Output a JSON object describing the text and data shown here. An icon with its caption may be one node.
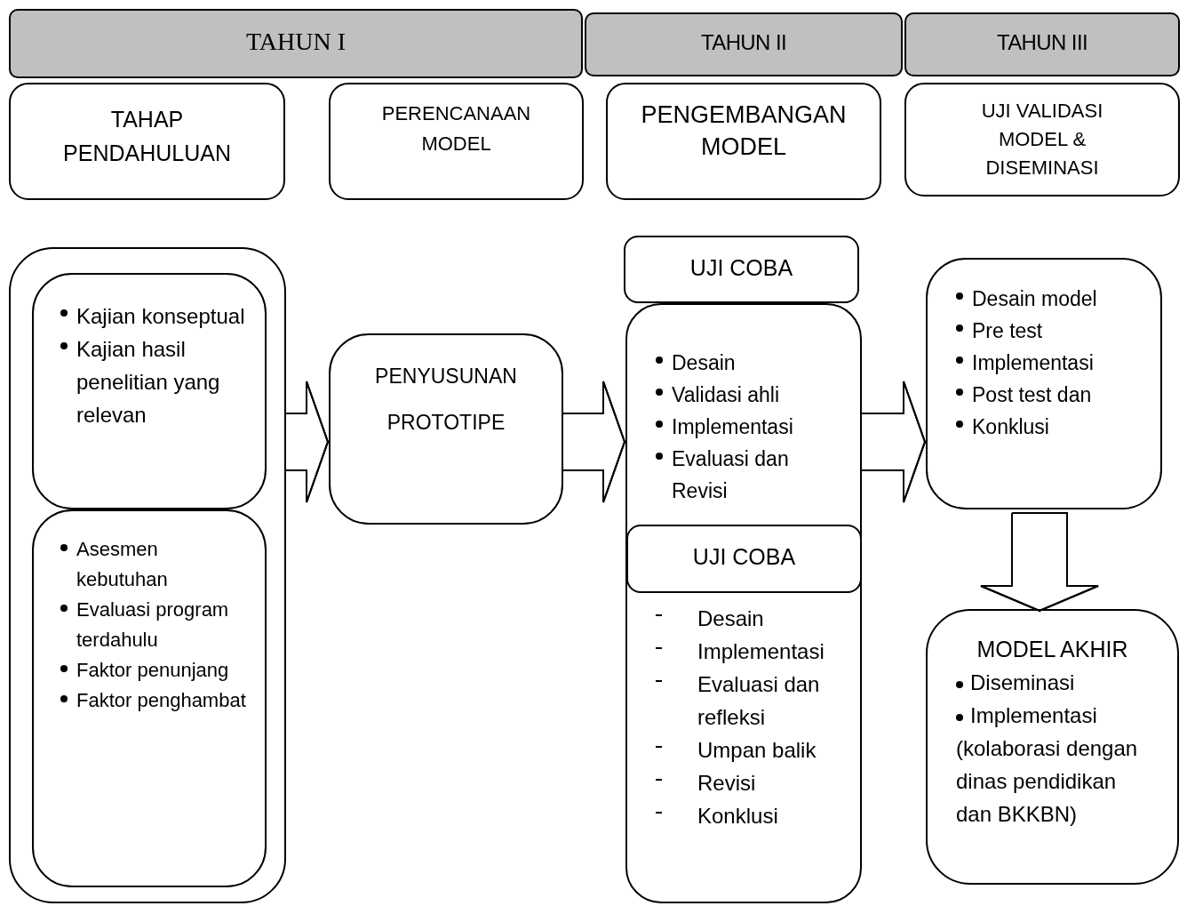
{
  "diagram": {
    "nodes": [
      {
        "text": [
          "TAHUN I"
        ]
      },
      {
        "text": [
          "TAHUN II"
        ]
      },
      {
        "text": [
          "TAHUN III"
        ]
      },
      {
        "text": [
          "TAHAP PENDAHULUAN"
        ]
      },
      {
        "text": [
          "PERENCANAAN MODEL"
        ]
      },
      {
        "text": [
          "PENGEMBANGAN MODEL"
        ]
      },
      {
        "text": [
          "UJI VALIDASI MODEL & DISEMINASI"
        ]
      },
      {
        "text": [],
        "shape": "box"
      },
      {
        "text": [
          "Kajian konseptual",
          "Kajian hasil penelitian yang relevan"
        ],
        "in": 7
      },
      {
        "text": [
          "Asesmen kebutuhan",
          "Evaluasi program terdahulu",
          "Faktor penunjang",
          "Faktor penghambat"
        ],
        "in": 7
      },
      {
        "text": [
          "PENYUSUNAN PROTOTIPE"
        ]
      },
      {
        "text": [
          "UJI COBA"
        ]
      },
      {
        "text": [
          "Desain",
          "Validasi ahli",
          "Implementasi",
          "Evaluasi dan Revisi",
          "Desain",
          "Implementasi",
          "Evaluasi dan refleksi",
          "Umpan balik",
          "Revisi",
          "Konklusi"
        ]
      },
      {
        "text": [
          "UJI COBA"
        ],
        "in": 12
      },
      {
        "text": [
          "Desain model",
          "Pre test",
          "Implementasi",
          "Post test dan",
          "Konklusi"
        ]
      },
      {
        "text": [
          "MODEL AKHIR",
          "Diseminasi",
          "Implementasi (kolaborasi dengan dinas pendidikan dan BKKBN)"
        ]
      }
    ],
    "edges": [
      {
        "from": 7,
        "to": 10,
        "arrow": "to"
      },
      {
        "from": 10,
        "to": 12,
        "arrow": "to"
      },
      {
        "from": 12,
        "to": 14,
        "arrow": "to"
      },
      {
        "from": 14,
        "to": 15,
        "arrow": "to"
      }
    ]
  }
}
